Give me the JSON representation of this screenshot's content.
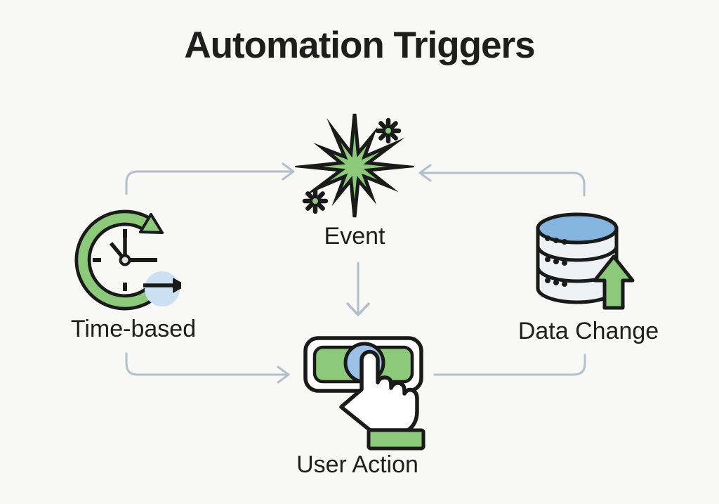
{
  "title": "Automation Triggers",
  "colors": {
    "background": "#F8F8F6",
    "accent_green": "#8DC97B",
    "accent_blue": "#85B5DE",
    "pale_blue": "#CBE0F2",
    "cylinder_body": "#EDF1F4",
    "connector": "#B3C0CA",
    "outline": "#1A1A1A",
    "text": "#1E1E1E"
  },
  "nodes": [
    {
      "id": "event",
      "label": "Event",
      "icon": "starburst-icon"
    },
    {
      "id": "time-based",
      "label": "Time-based",
      "icon": "recurring-clock-icon"
    },
    {
      "id": "data-change",
      "label": "Data Change",
      "icon": "database-update-icon"
    },
    {
      "id": "user-action",
      "label": "User Action",
      "icon": "button-press-icon"
    }
  ],
  "connections": [
    {
      "from": "time-based",
      "to": "event",
      "arrowhead": true
    },
    {
      "from": "data-change",
      "to": "event",
      "arrowhead": true
    },
    {
      "from": "event",
      "to": "user-action",
      "arrowhead": true
    },
    {
      "from": "time-based",
      "to": "user-action",
      "arrowhead": true
    },
    {
      "from": "data-change",
      "to": "user-action",
      "arrowhead": false
    }
  ]
}
